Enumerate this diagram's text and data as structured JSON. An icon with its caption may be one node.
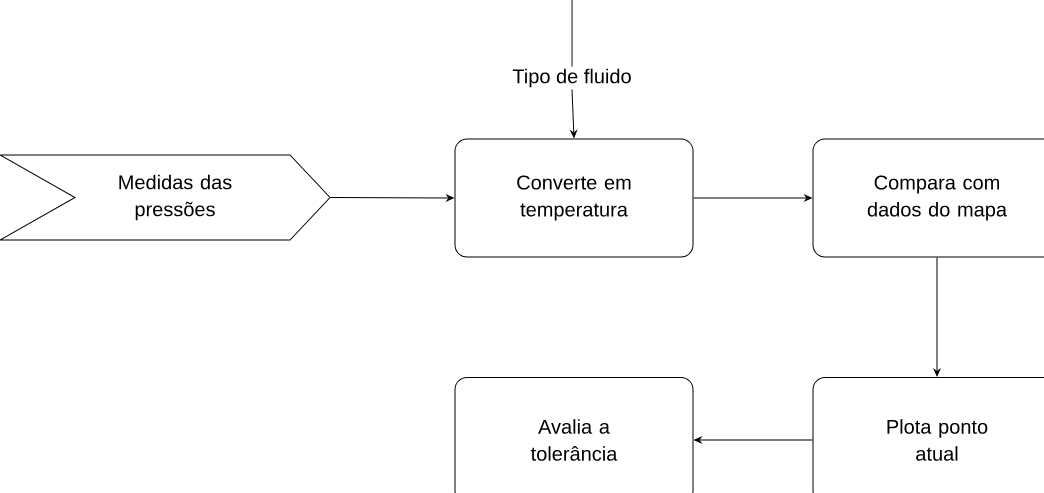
{
  "diagram": {
    "nodes": [
      {
        "text": [
          "Tipo de fluido"
        ]
      },
      {
        "text": [
          "Medidas das pressões"
        ]
      },
      {
        "text": [
          "Converte em temperatura"
        ]
      },
      {
        "text": [
          "Compara com dados do mapa"
        ]
      },
      {
        "text": [
          "Plota ponto atual"
        ]
      },
      {
        "text": [
          "Avalia a tolerância"
        ]
      }
    ],
    "edges": [
      {
        "from": null,
        "to": 0,
        "arrow": "none"
      },
      {
        "from": 0,
        "to": 2,
        "arrow": "to"
      },
      {
        "from": 1,
        "to": 2,
        "arrow": "to"
      },
      {
        "from": 2,
        "to": 3,
        "arrow": "to"
      },
      {
        "from": 3,
        "to": 4,
        "arrow": "to"
      },
      {
        "from": 4,
        "to": 5,
        "arrow": "to"
      }
    ]
  }
}
